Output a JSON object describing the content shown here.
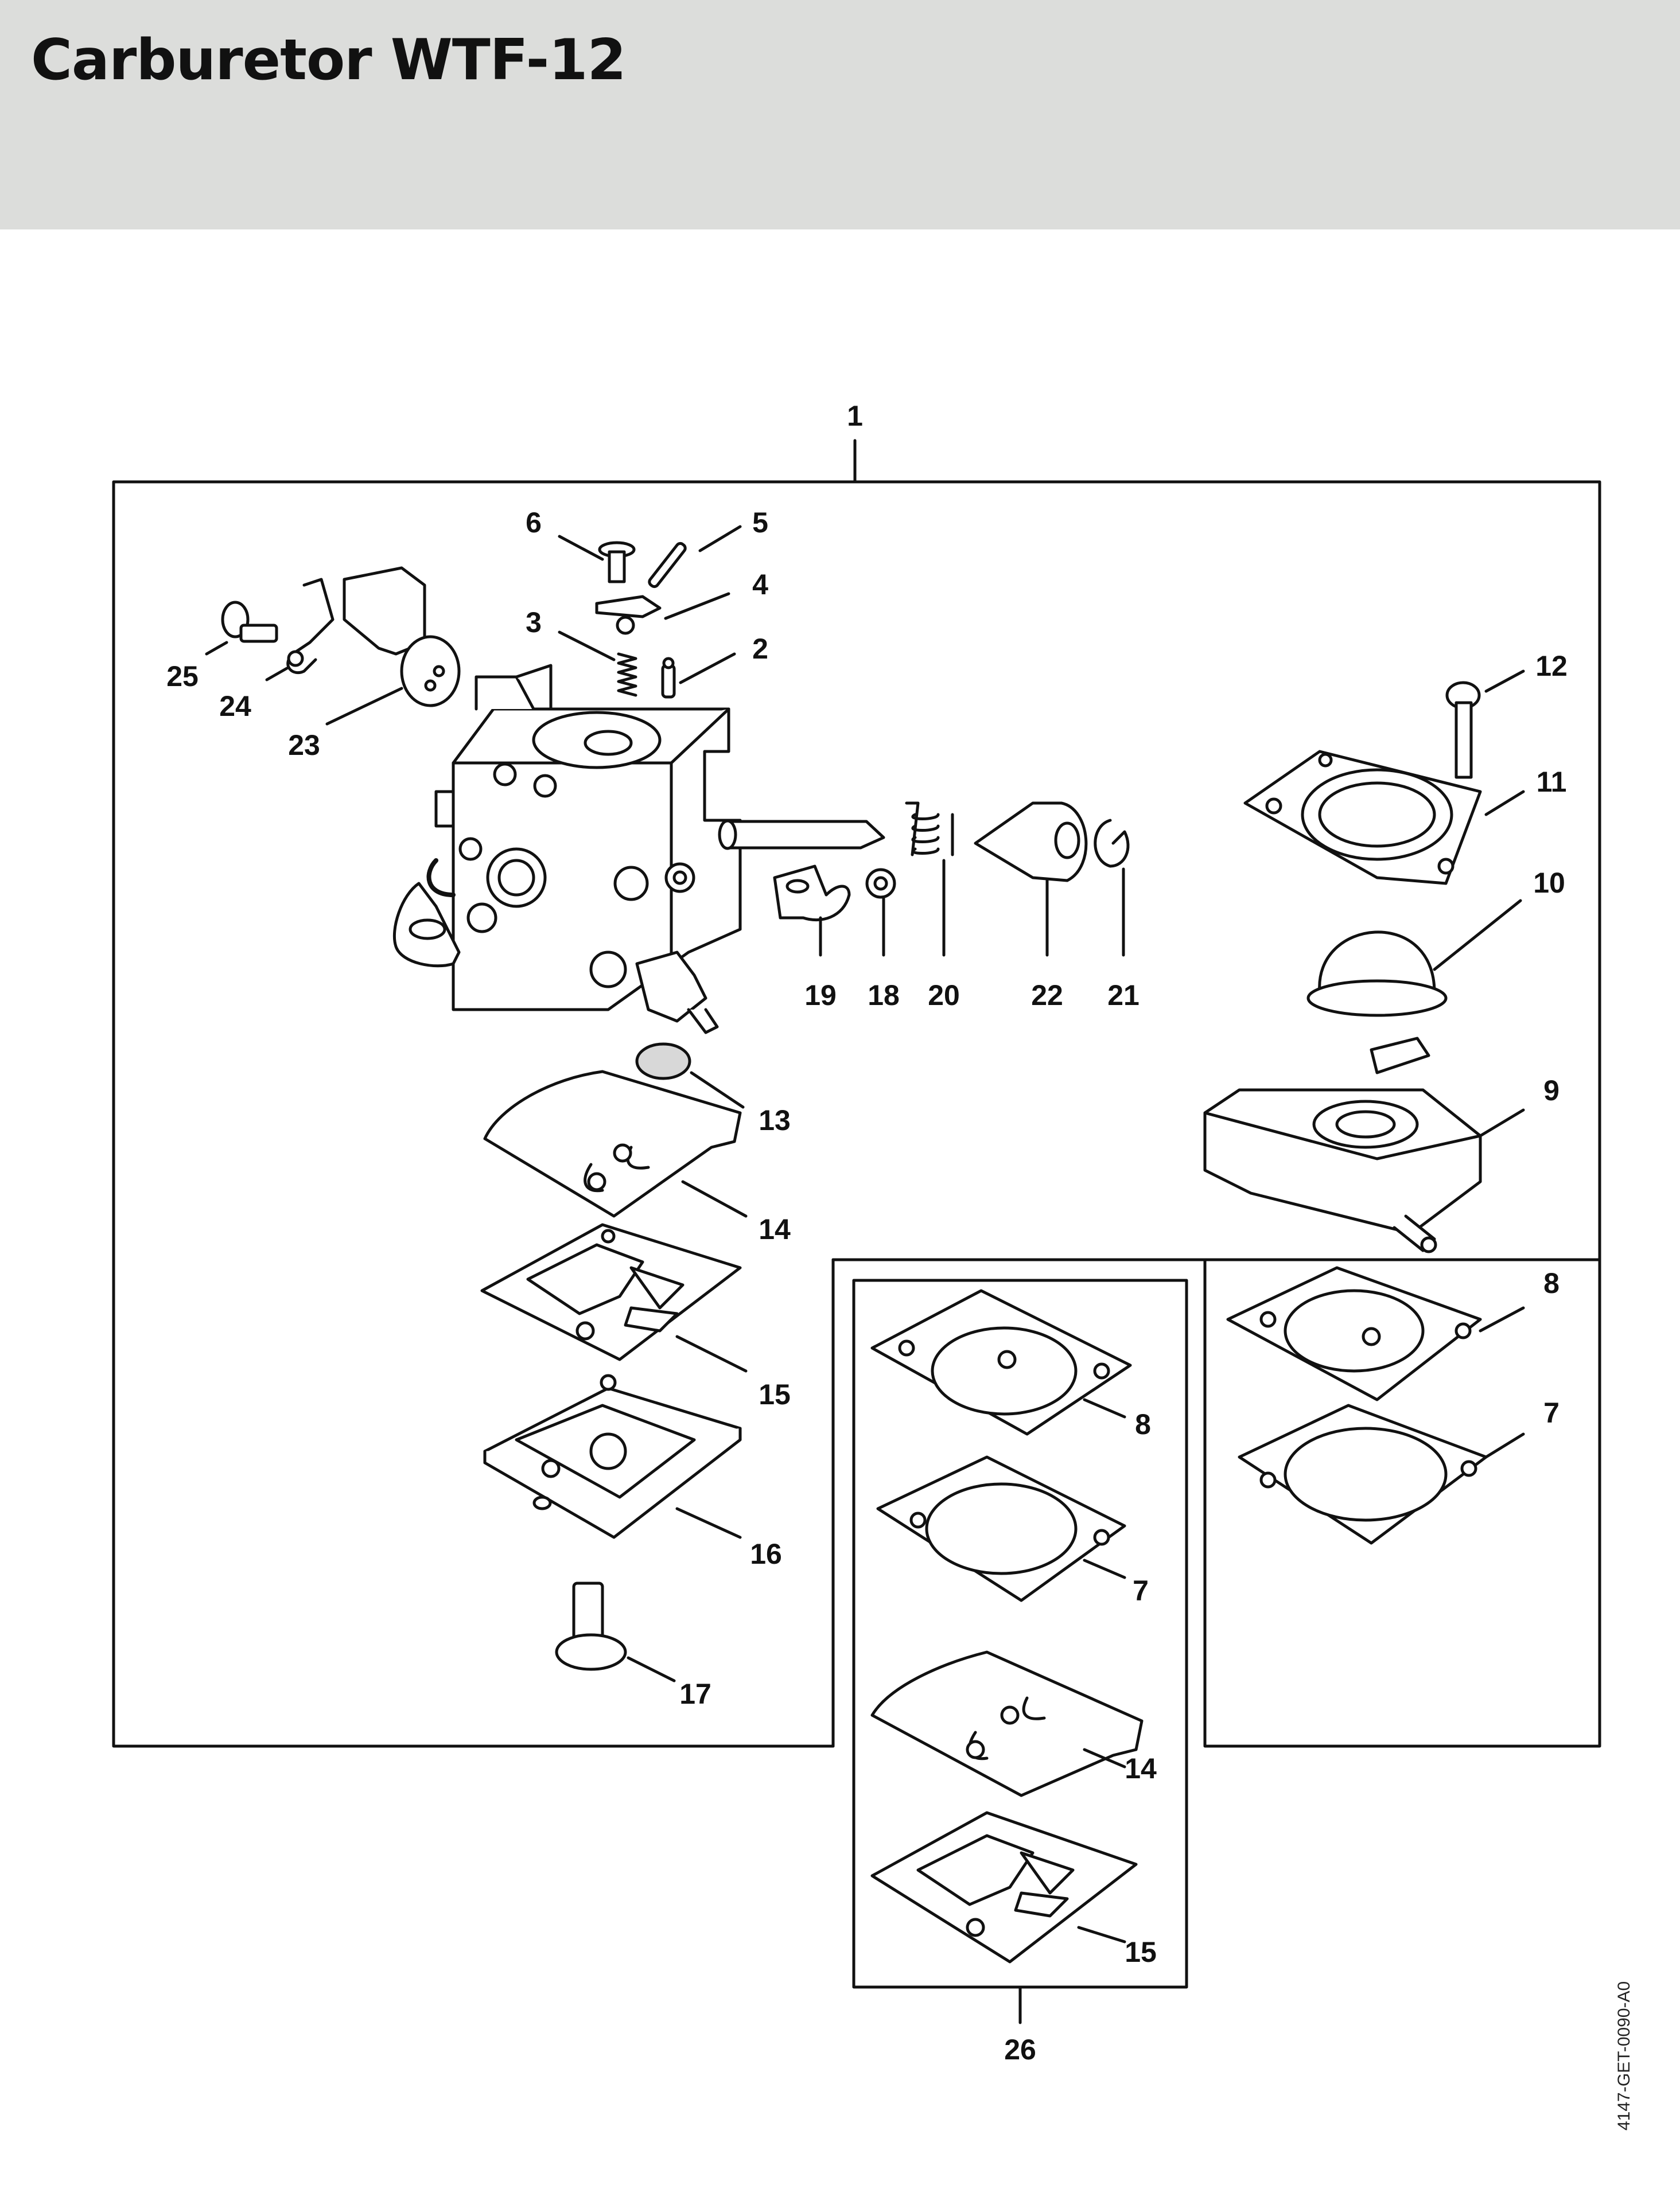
{
  "page": {
    "title": "Carburetor WTF-12",
    "document_code": "4147-GET-0090-A0"
  },
  "colors": {
    "header_bg": "#dcdddb",
    "line": "#111111",
    "part_fill": "#ffffff",
    "shade": "#d8d8d8"
  },
  "diagram": {
    "assembly_label": "1",
    "kit_label": "26",
    "callouts": {
      "c2": "2",
      "c3": "3",
      "c4": "4",
      "c5": "5",
      "c6": "6",
      "c7a": "7",
      "c7b": "7",
      "c8a": "8",
      "c8b": "8",
      "c9": "9",
      "c10": "10",
      "c11": "11",
      "c12": "12",
      "c13": "13",
      "c14a": "14",
      "c14b": "14",
      "c15a": "15",
      "c15b": "15",
      "c16": "16",
      "c17": "17",
      "c18": "18",
      "c19": "19",
      "c20": "20",
      "c21": "21",
      "c22": "22",
      "c23": "23",
      "c24": "24",
      "c25": "25"
    }
  }
}
